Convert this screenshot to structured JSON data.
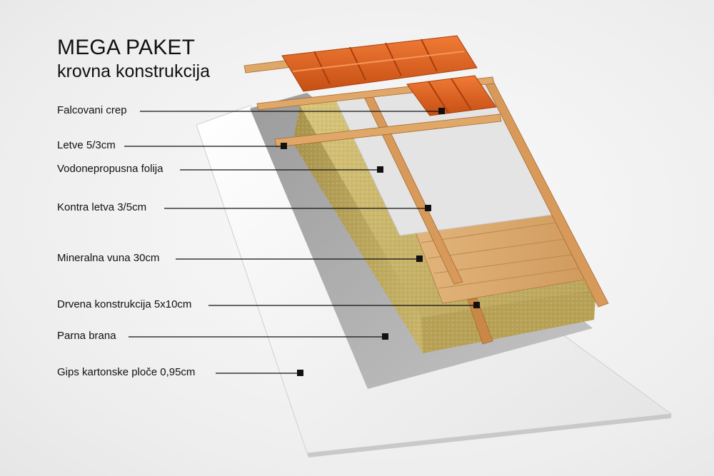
{
  "title": "MEGA PAKET",
  "subtitle": "krovna konstrukcija",
  "layers": [
    {
      "label": "Falcovani crep"
    },
    {
      "label": "Letve 5/3cm"
    },
    {
      "label": "Vodonepropusna folija"
    },
    {
      "label": "Kontra letva 3/5cm"
    },
    {
      "label": "Mineralna vuna 30cm"
    },
    {
      "label": "Drvena konstrukcija 5x10cm"
    },
    {
      "label": "Parna brana"
    },
    {
      "label": "Gips kartonske ploče 0,95cm"
    }
  ],
  "colors": {
    "tile": "#e2641f",
    "tile_dark": "#b8420f",
    "wood": "#d9a064",
    "wool": "#c9b56a",
    "membrane": "#d9d9d9",
    "board": "#f2f2f2",
    "leader": "#111111"
  }
}
